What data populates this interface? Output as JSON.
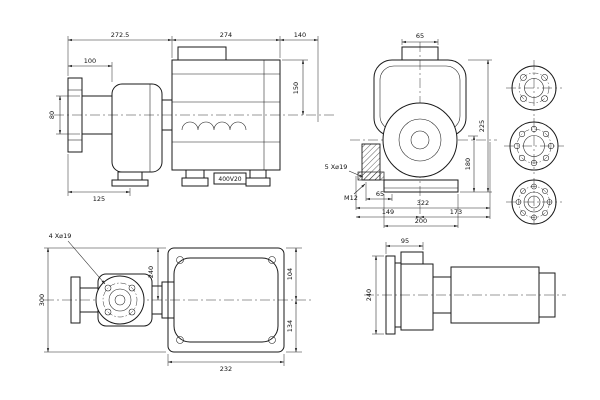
{
  "colors": {
    "line": "#1a1a1a",
    "background": "#ffffff"
  },
  "side_view": {
    "dim_overall_pump": "272.5",
    "dim_motor_length": "274",
    "dim_fan_end": "140",
    "dim_flange_to_casing": "100",
    "dim_port_height": "80",
    "dim_height_above_axis": "150",
    "dim_foot_offset": "125",
    "motor_label": "400V20"
  },
  "front_view": {
    "dim_terminal_box": "65",
    "dim_total_height": "225",
    "dim_base_height": "180",
    "hole_callout": "5 X⌀19",
    "thread_callout": "M12",
    "dim_hole_offset": "65",
    "dim_overall_width": "322",
    "dim_width_left": "149",
    "dim_width_right": "173",
    "dim_base_width": "200"
  },
  "top_view": {
    "hole_callout": "4 X⌀19",
    "dim_plate_length": "300",
    "dim_center_offset": "240",
    "dim_right_upper": "104",
    "dim_right_lower": "134",
    "dim_plate_width": "232"
  },
  "profile_view": {
    "dim_flange_to_port": "95",
    "dim_height": "240"
  }
}
